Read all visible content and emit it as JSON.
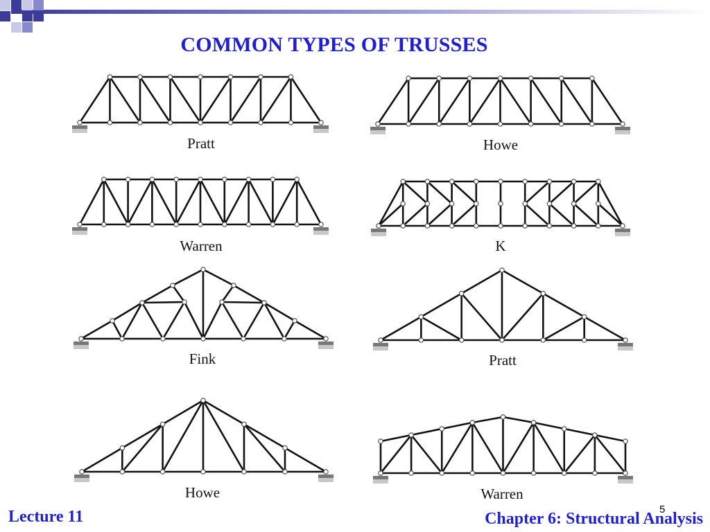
{
  "slide": {
    "title": "COMMON TYPES OF TRUSSES",
    "footer_left": "Lecture 11",
    "footer_right": "Chapter 6: Structural Analysis",
    "page_number": "5",
    "accent_color": "#1f1fd0",
    "decor_square_colors": [
      "#3b3b9a",
      "#8888cc",
      "#c8c8e8"
    ]
  },
  "trusses": [
    {
      "id": "pratt-bridge",
      "label": "Pratt"
    },
    {
      "id": "howe-bridge",
      "label": "Howe"
    },
    {
      "id": "warren-bridge",
      "label": "Warren"
    },
    {
      "id": "k-bridge",
      "label": "K"
    },
    {
      "id": "fink-roof",
      "label": "Fink"
    },
    {
      "id": "pratt-roof",
      "label": "Pratt"
    },
    {
      "id": "howe-roof",
      "label": "Howe"
    },
    {
      "id": "warren-roof",
      "label": "Warren"
    }
  ]
}
